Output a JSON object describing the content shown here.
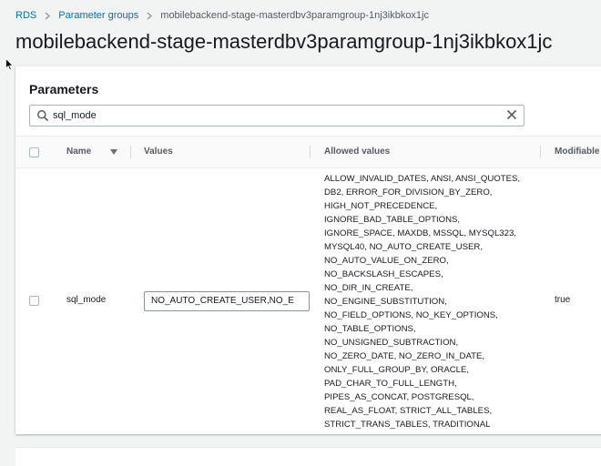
{
  "breadcrumb": {
    "items": [
      {
        "label": "RDS"
      },
      {
        "label": "Parameter groups"
      },
      {
        "label": "mobilebackend-stage-masterdbv3paramgroup-1nj3ikbkox1jc"
      }
    ]
  },
  "page": {
    "title": "mobilebackend-stage-masterdbv3paramgroup-1nj3ikbkox1jc"
  },
  "parameters_panel": {
    "title": "Parameters",
    "search": {
      "value": "sql_mode"
    },
    "columns": {
      "name": "Name",
      "values": "Values",
      "allowed": "Allowed values",
      "modifiable": "Modifiable"
    },
    "rows": [
      {
        "name": "sql_mode",
        "value": "NO_AUTO_CREATE_USER,NO_E",
        "allowed_lines": [
          "ALLOW_INVALID_DATES, ANSI, ANSI_QUOTES,",
          "DB2, ERROR_FOR_DIVISION_BY_ZERO,",
          "HIGH_NOT_PRECEDENCE,",
          "IGNORE_BAD_TABLE_OPTIONS,",
          "IGNORE_SPACE, MAXDB, MSSQL, MYSQL323,",
          "MYSQL40, NO_AUTO_CREATE_USER,",
          "NO_AUTO_VALUE_ON_ZERO,",
          "NO_BACKSLASH_ESCAPES,",
          "NO_DIR_IN_CREATE,",
          "NO_ENGINE_SUBSTITUTION,",
          "NO_FIELD_OPTIONS, NO_KEY_OPTIONS,",
          "NO_TABLE_OPTIONS,",
          "NO_UNSIGNED_SUBTRACTION,",
          "NO_ZERO_DATE, NO_ZERO_IN_DATE,",
          "ONLY_FULL_GROUP_BY, ORACLE,",
          "PAD_CHAR_TO_FULL_LENGTH,",
          "PIPES_AS_CONCAT, POSTGRESQL,",
          "REAL_AS_FLOAT, STRICT_ALL_TABLES,",
          "STRICT_TRANS_TABLES, TRADITIONAL"
        ],
        "modifiable": "true"
      }
    ]
  },
  "icons": {
    "search": "search-icon",
    "clear": "close-icon",
    "sort": "caret-down-icon",
    "separator": "chevron-right-icon",
    "cursor": "mouse-pointer-icon"
  },
  "colors": {
    "link": "#0073bb",
    "text": "#16191f",
    "muted": "#545b64",
    "page_bg": "#f2f3f3"
  }
}
